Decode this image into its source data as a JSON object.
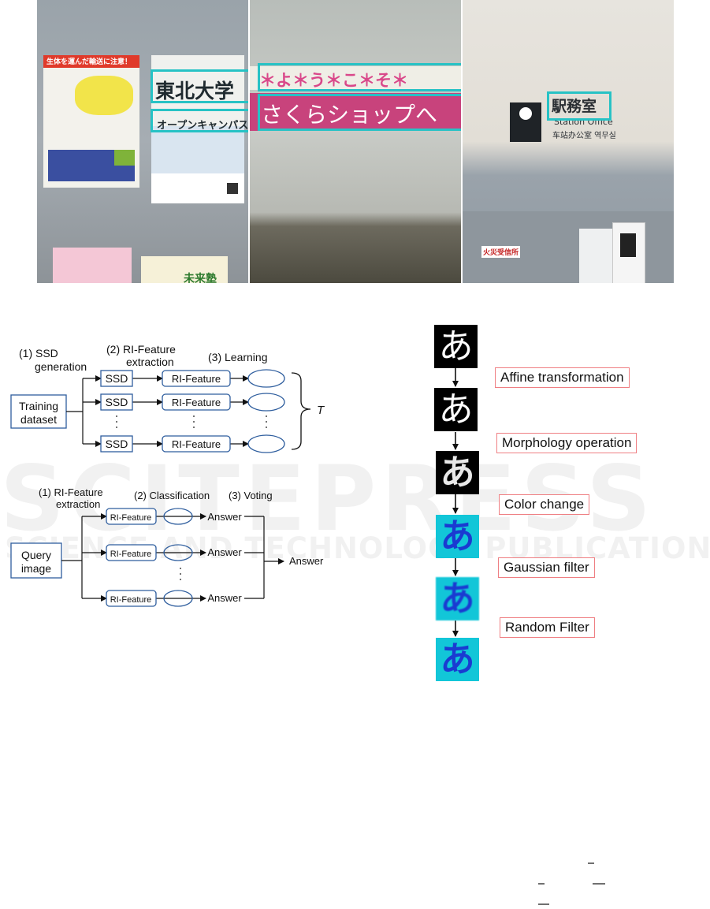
{
  "photos": {
    "photo1": {
      "poster_heading": "生体を運んだ輸送に注意！",
      "sign_text_1": "東北大学",
      "sign_text_2": "オープンキャンパス",
      "lower_sign": "未来塾"
    },
    "photo2": {
      "sign_text_1": "＊よ＊う＊こ＊そ＊",
      "sign_text_2": "さくらショップへ"
    },
    "photo3": {
      "sign_text_1": "駅務室",
      "sign_sub_en": "Station Office",
      "sign_sub_cn_kr": "车站办公室  역무실",
      "wall_sign": "火災受信所"
    },
    "highlight_color": "#27c2c5"
  },
  "training": {
    "step1": "(1) SSD",
    "step1b": "generation",
    "step2": "(2) RI-Feature",
    "step2b": "extraction",
    "step3": "(3) Learning",
    "input_line1": "Training",
    "input_line2": "dataset",
    "ssd_label": "SSD",
    "feature_label": "RI-Feature",
    "ensemble_symbol": "T"
  },
  "testing": {
    "step1": "(1) RI-Feature",
    "step1b": "extraction",
    "step2": "(2) Classification",
    "step3": "(3) Voting",
    "input_line1": "Query",
    "input_line2": "image",
    "feature_label": "RI-Feature",
    "answer_label": "Answer",
    "final_answer": "Answer"
  },
  "augmentation": {
    "character": "あ",
    "steps": [
      "Affine transformation",
      "Morphology operation",
      "Color change",
      "Gaussian filter",
      "Random Filter"
    ],
    "label_border_color": "#ef7f83"
  },
  "watermark": {
    "line1": "SCITEPRESS",
    "line2": "SCIENCE AND TECHNOLOGY PUBLICATIONS"
  }
}
